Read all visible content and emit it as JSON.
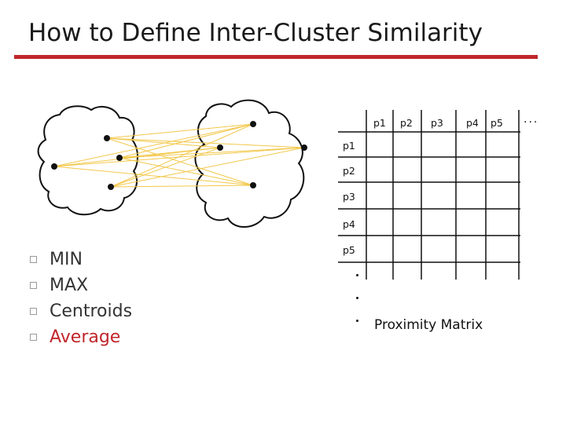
{
  "title": "How to Define Inter-Cluster Similarity",
  "colors": {
    "accent": "#c0262b",
    "edge": "#f2c84b"
  },
  "bullets": [
    {
      "label": "MIN",
      "active": false
    },
    {
      "label": "MAX",
      "active": false
    },
    {
      "label": "Centroids",
      "active": false
    },
    {
      "label": "Average",
      "active": true
    }
  ],
  "matrix": {
    "columns": [
      "p1",
      "p2",
      "p3",
      "p4",
      "p5"
    ],
    "rows": [
      "p1",
      "p2",
      "p3",
      "p4",
      "p5"
    ],
    "more_columns": "...",
    "caption": "Proximity Matrix"
  }
}
